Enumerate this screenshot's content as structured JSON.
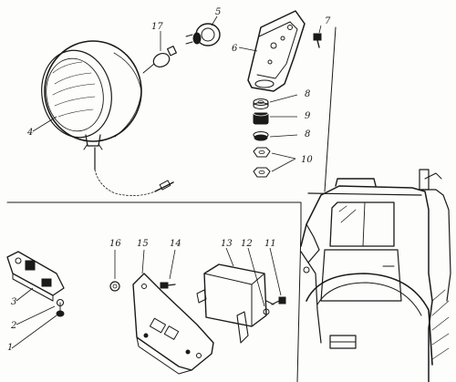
{
  "figure": {
    "description_kind": "exploded-assembly",
    "callouts": [
      {
        "id": "c1",
        "text": "1"
      },
      {
        "id": "c2",
        "text": "2"
      },
      {
        "id": "c3",
        "text": "3"
      },
      {
        "id": "c4",
        "text": "4"
      },
      {
        "id": "c5",
        "text": "5"
      },
      {
        "id": "c6",
        "text": "6"
      },
      {
        "id": "c7",
        "text": "7"
      },
      {
        "id": "c8a",
        "text": "8"
      },
      {
        "id": "c8b",
        "text": "8"
      },
      {
        "id": "c9",
        "text": "9"
      },
      {
        "id": "c10",
        "text": "10"
      },
      {
        "id": "c11",
        "text": "11"
      },
      {
        "id": "c12",
        "text": "12"
      },
      {
        "id": "c13",
        "text": "13"
      },
      {
        "id": "c14",
        "text": "14"
      },
      {
        "id": "c15",
        "text": "15"
      },
      {
        "id": "c16",
        "text": "16"
      },
      {
        "id": "c17",
        "text": "17"
      }
    ]
  },
  "colors": {
    "ink": "#1a1a1a",
    "paper": "#fdfdfb"
  }
}
